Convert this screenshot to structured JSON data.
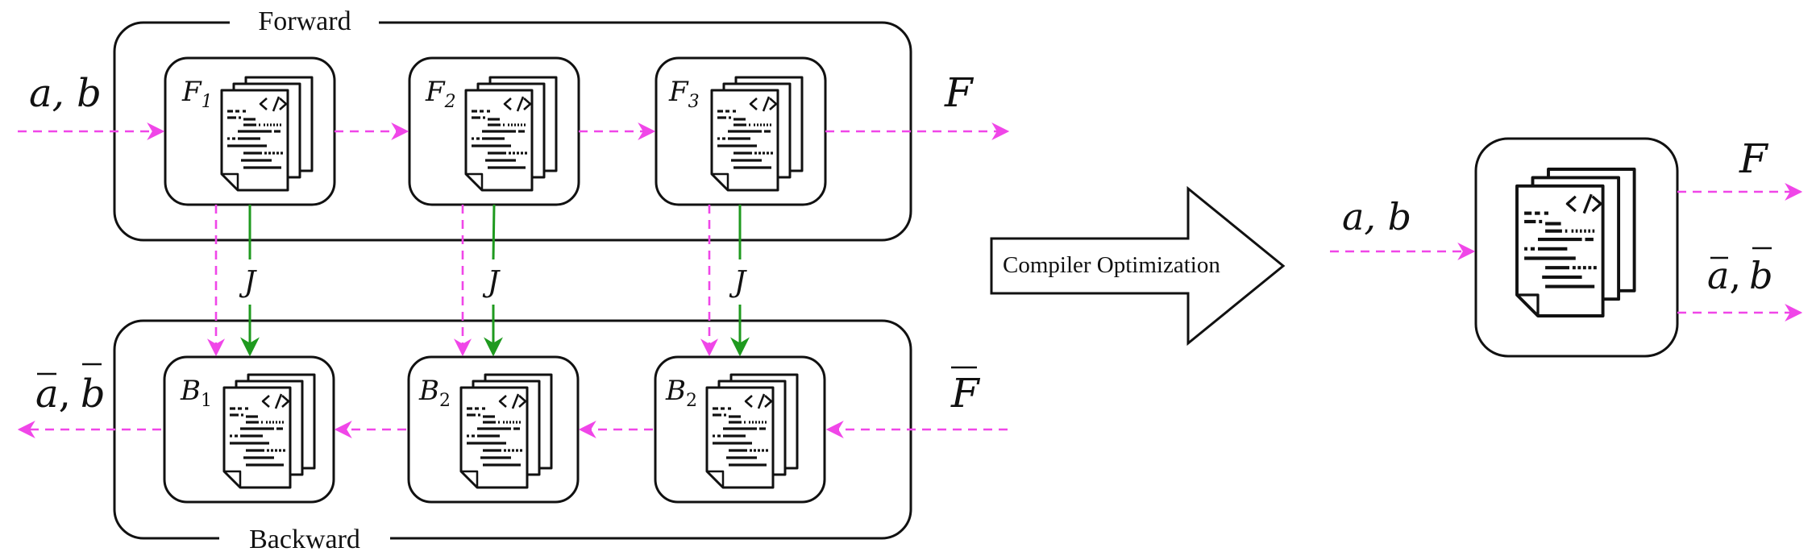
{
  "groups": {
    "forward_label": "Forward",
    "backward_label": "Backward"
  },
  "forward_nodes": [
    {
      "sym": "F",
      "sub": "1",
      "icon": "code-document-icon"
    },
    {
      "sym": "F",
      "sub": "2",
      "icon": "code-document-icon"
    },
    {
      "sym": "F",
      "sub": "3",
      "icon": "code-document-icon"
    }
  ],
  "backward_nodes": [
    {
      "sym": "B",
      "sub": "1",
      "icon": "code-document-icon"
    },
    {
      "sym": "B",
      "sub": "2",
      "icon": "code-document-icon"
    },
    {
      "sym": "B",
      "sub": "2",
      "icon": "code-document-icon"
    }
  ],
  "jacobian_label": "J",
  "io": {
    "inputs": "a, b",
    "output": "F",
    "output_bar": "F",
    "grad_a": "a",
    "grad_sep": ",",
    "grad_b": "b"
  },
  "transform": {
    "label": "Compiler Optimization"
  },
  "fused": {
    "icon": "code-document-icon",
    "inputs": "a, b",
    "output": "F",
    "grad_a": "a",
    "grad_sep": ",",
    "grad_b": "b"
  },
  "colors": {
    "primal_flow": "#f046e8",
    "jacobian_flow": "#1f9a1f",
    "stroke": "#111111"
  }
}
